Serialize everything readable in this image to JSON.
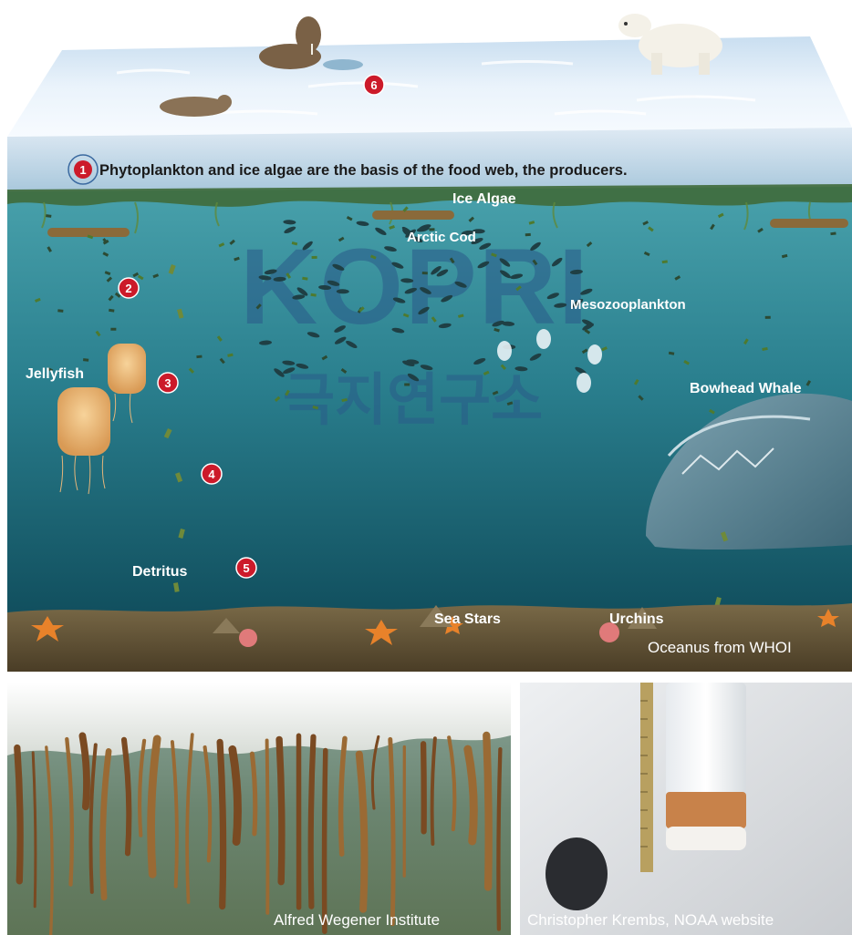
{
  "headline": {
    "number": "1",
    "text": "Phytoplankton and ice algae are the basis of the food web, the producers."
  },
  "labels": {
    "ice_algae": "Ice Algae",
    "arctic_cod": "Arctic Cod",
    "mesozooplankton": "Mesozooplankton",
    "jellyfish": "Jellyfish",
    "bowhead_whale": "Bowhead Whale",
    "detritus": "Detritus",
    "sea_stars": "Sea Stars",
    "urchins": "Urchins"
  },
  "markers": [
    "2",
    "3",
    "4",
    "5",
    "6"
  ],
  "watermark": {
    "logo": "KOPRI",
    "korean": "극지연구소"
  },
  "credits": {
    "diagram": "Oceanus from WHOI",
    "photo_left": "Alfred Wegener Institute",
    "photo_right": "Christopher Krembs, NOAA website"
  },
  "colors": {
    "ice_top": "#e6f1fa",
    "water_top": "#3e9aa8",
    "water_bottom": "#0f4f5f",
    "marker_red": "#cc1a2a",
    "seafloor": "#6b5a3e"
  }
}
